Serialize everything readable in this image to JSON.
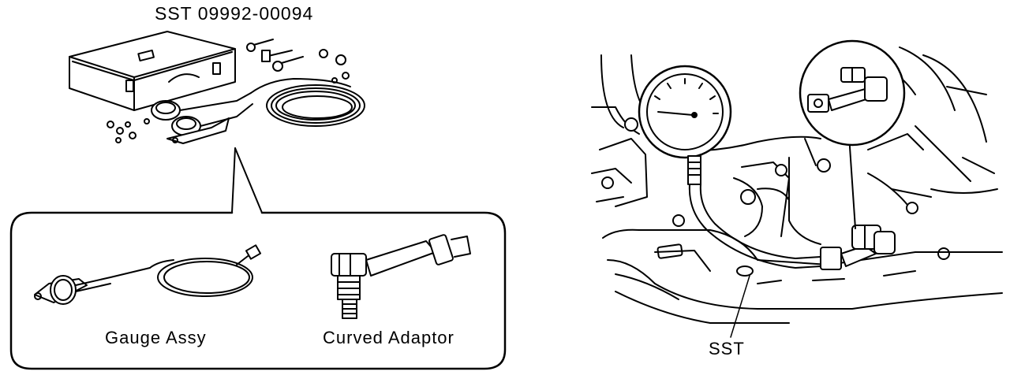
{
  "header": {
    "title": "SST 09992-00094"
  },
  "inset": {
    "gauge_label": "Gauge Assy",
    "adaptor_label": "Curved Adaptor"
  },
  "callout": {
    "sst_label": "SST"
  }
}
